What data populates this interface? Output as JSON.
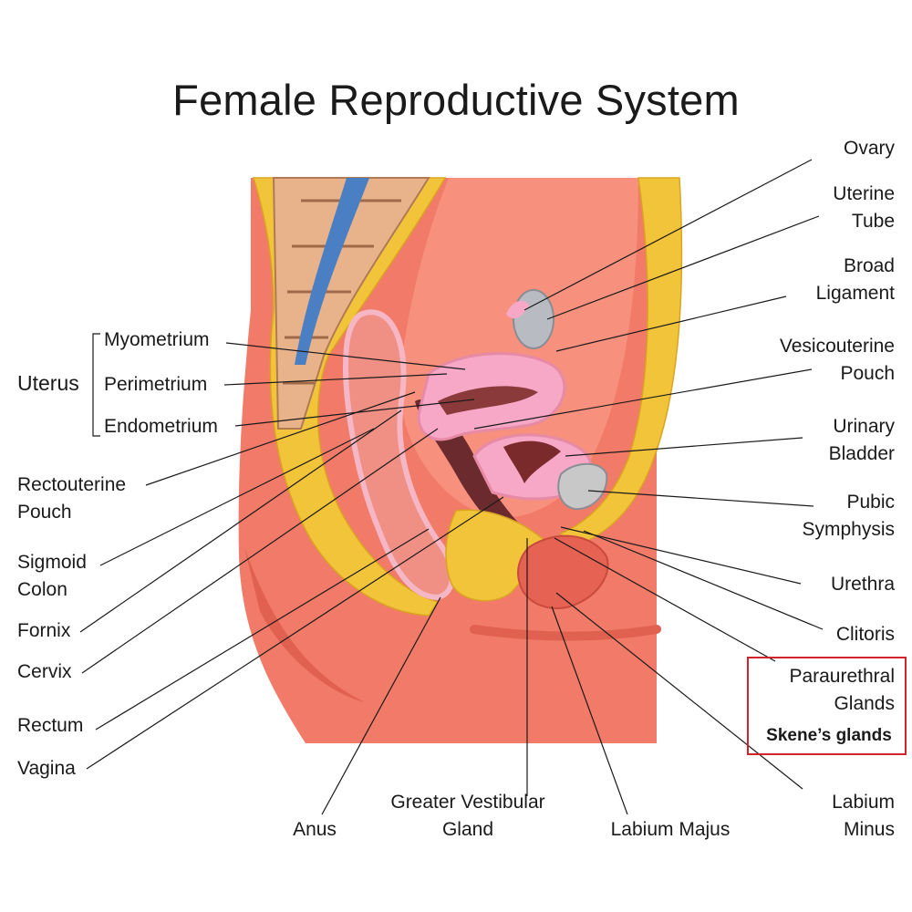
{
  "title": "Female Reproductive System",
  "group": {
    "name": "Uterus",
    "items": [
      "Myometrium",
      "Perimetrium",
      "Endometrium"
    ]
  },
  "labels_left": [
    {
      "id": "rectouterine",
      "lines": [
        "Rectouterine",
        "Pouch"
      ]
    },
    {
      "id": "sigmoid",
      "lines": [
        "Sigmoid",
        "Colon"
      ]
    },
    {
      "id": "fornix",
      "lines": [
        "Fornix"
      ]
    },
    {
      "id": "cervix",
      "lines": [
        "Cervix"
      ]
    },
    {
      "id": "rectum",
      "lines": [
        "Rectum"
      ]
    },
    {
      "id": "vagina",
      "lines": [
        "Vagina"
      ]
    }
  ],
  "labels_right": [
    {
      "id": "ovary",
      "lines": [
        "Ovary"
      ]
    },
    {
      "id": "tube",
      "lines": [
        "Uterine",
        "Tube"
      ]
    },
    {
      "id": "broad",
      "lines": [
        "Broad",
        "Ligament"
      ]
    },
    {
      "id": "vesico",
      "lines": [
        "Vesicouterine",
        "Pouch"
      ]
    },
    {
      "id": "bladder",
      "lines": [
        "Urinary",
        "Bladder"
      ]
    },
    {
      "id": "pubic",
      "lines": [
        "Pubic",
        "Symphysis"
      ]
    },
    {
      "id": "urethra",
      "lines": [
        "Urethra"
      ]
    },
    {
      "id": "clitoris",
      "lines": [
        "Clitoris"
      ]
    },
    {
      "id": "paraurethral",
      "lines": [
        "Paraurethral",
        "Glands"
      ]
    },
    {
      "id": "minus",
      "lines": [
        "Labium",
        "Minus"
      ]
    }
  ],
  "labels_bottom": [
    {
      "id": "anus",
      "lines": [
        "Anus"
      ]
    },
    {
      "id": "gvg",
      "lines": [
        "Greater Vestibular",
        "Gland"
      ]
    },
    {
      "id": "majus",
      "lines": [
        "Labium Majus"
      ]
    }
  ],
  "highlight": {
    "note": "Skene’s glands",
    "color": "#d2232a"
  },
  "colors": {
    "skin": "#f27a68",
    "fat": "#f2c43a",
    "organ": "#f5a1a0",
    "uterus": "#f6a8c6",
    "bone": "#c8c8c8",
    "spine": "#e8b28b",
    "vessel": "#4a7fc4"
  }
}
